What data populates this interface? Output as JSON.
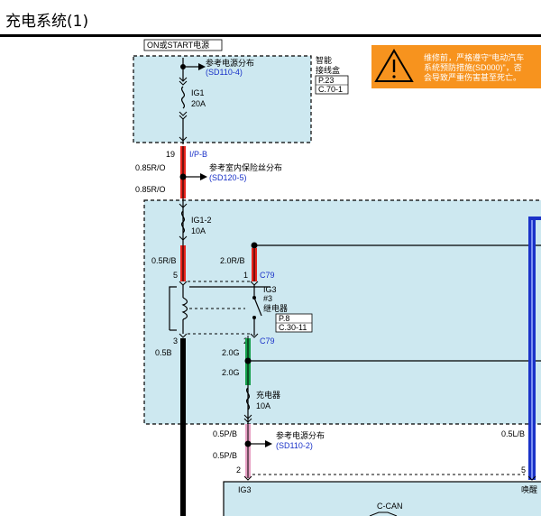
{
  "header": {
    "title": "充电系统(1)"
  },
  "power_box": {
    "title": "ON或START电源",
    "ref_text": "参考电源分布",
    "ref_code": "(SD110-4)",
    "fuse_name": "IG1",
    "fuse_rating": "20A"
  },
  "smart_junction": {
    "name_line1": "智能",
    "name_line2": "接线盒",
    "page": "P.23",
    "coord": "C.70-1"
  },
  "warning": {
    "line1": "维修前，严格遵守\"电动汽车",
    "line2": "系统预防措施(SD000)\"，否",
    "line3": "会导致严重伤害甚至死亡。",
    "colors": {
      "bg": "#f7931e",
      "icon": "#000000"
    }
  },
  "connector_ipb": {
    "pin": "19",
    "name": "I/P-B"
  },
  "wires": {
    "w1": "0.85R/O",
    "w2": "0.85R/O",
    "w3": "0.5R/B",
    "w4": "2.0R/B",
    "w5": "0.5B",
    "w6": "2.0G",
    "w7": "2.0G",
    "w8": "0.5P/B",
    "w9": "0.5P/B",
    "w10": "0.5L/B"
  },
  "ref_indoor_fuse": {
    "text": "参考室内保险丝分布",
    "code": "(SD120-5)"
  },
  "fuse_ig12": {
    "name": "IG1-2",
    "rating": "10A"
  },
  "connector_c79": {
    "name": "C79",
    "pin_top_left": "5",
    "pin_top_right": "1",
    "pin_bottom_left": "3",
    "pin_bottom_right": "2"
  },
  "relay_ig3": {
    "name": "IG3",
    "number": "#3",
    "label": "继电器",
    "page": "P.8",
    "coord": "C.30-11"
  },
  "fuse_charger": {
    "name": "充电器",
    "rating": "10A"
  },
  "ref_power_2": {
    "text": "参考电源分布",
    "code": "(SD110-2)"
  },
  "module": {
    "pin_ig3": "2",
    "label_ig3": "IG3",
    "pin_wake": "5",
    "label_wake": "唤醒",
    "bus": "C-CAN"
  },
  "colors": {
    "box_fill": "#cde8f0",
    "red_wire": "#e8231b",
    "green_wire": "#16a04b",
    "pink_wire": "#e8a0c4",
    "blue_wire": "#1a32c8",
    "link_blue": "#1a32c8"
  }
}
